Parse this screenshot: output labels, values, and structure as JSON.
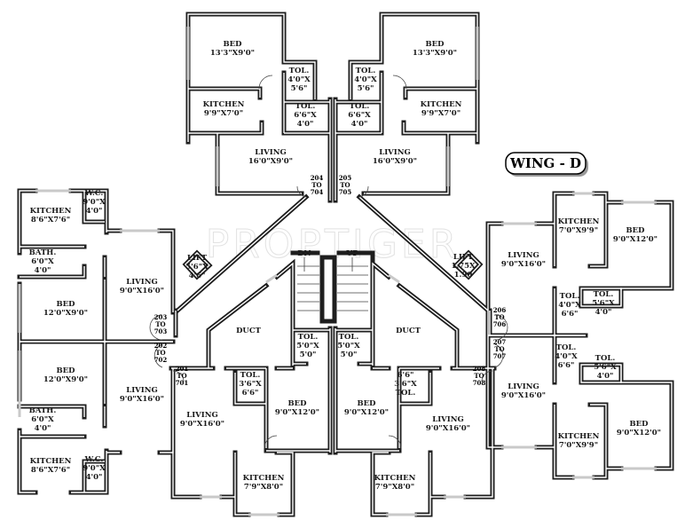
{
  "title": "WING - D",
  "watermark": "PROPTIGER",
  "stairs": {
    "down": "DN",
    "up": "UP"
  },
  "rooms": [
    {
      "lines": [
        "BED",
        "13'3\"X9'0\""
      ]
    },
    {
      "lines": [
        "KITCHEN",
        "9'9\"X7'0\""
      ]
    },
    {
      "lines": [
        "TOL.",
        "4'0\"X",
        "5'6\""
      ]
    },
    {
      "lines": [
        "TOL.",
        "6'6\"X",
        "4'0\""
      ]
    },
    {
      "lines": [
        "LIVING",
        "16'0\"X9'0\""
      ]
    },
    {
      "lines": [
        "BED",
        "13'3\"X9'0\""
      ]
    },
    {
      "lines": [
        "TOL.",
        "4'0\"X",
        "5'6\""
      ]
    },
    {
      "lines": [
        "TOL.",
        "6'6\"X",
        "4'0\""
      ]
    },
    {
      "lines": [
        "KITCHEN",
        "9'9\"X7'0\""
      ]
    },
    {
      "lines": [
        "LIVING",
        "16'0\"X9'0\""
      ]
    },
    {
      "lines": [
        "KITCHEN",
        "8'6\"X7'6\""
      ]
    },
    {
      "lines": [
        "W.C.",
        "9'0\"X",
        "4'0\""
      ]
    },
    {
      "lines": [
        "BATH.",
        "6'0\"X",
        "4'0\""
      ]
    },
    {
      "lines": [
        "BED",
        "12'0\"X9'0\""
      ]
    },
    {
      "lines": [
        "LIVING",
        "9'0\"X16'0\""
      ]
    },
    {
      "lines": [
        "BED",
        "12'0\"X9'0\""
      ]
    },
    {
      "lines": [
        "LIVING",
        "9'0\"X16'0\""
      ]
    },
    {
      "lines": [
        "BATH.",
        "6'0\"X",
        "4'0\""
      ]
    },
    {
      "lines": [
        "KITCHEN",
        "8'6\"X7'6\""
      ]
    },
    {
      "lines": [
        "W.C.",
        "9'0\"X",
        "4'0\""
      ]
    },
    {
      "lines": [
        "LIFT",
        "5'6\"X",
        "4'6\""
      ]
    },
    {
      "lines": [
        "DUCT"
      ]
    },
    {
      "lines": [
        "TOL.",
        "5'0\"X",
        "5'0\""
      ]
    },
    {
      "lines": [
        "TOL.",
        "5'0\"X",
        "5'0\""
      ]
    },
    {
      "lines": [
        "DUCT"
      ]
    },
    {
      "lines": [
        "LIFT",
        "1.75X",
        "1.90"
      ]
    },
    {
      "lines": [
        "LIVING",
        "9'0\"X16'0\""
      ]
    },
    {
      "lines": [
        "TOL.",
        "3'6\"X",
        "6'6\""
      ]
    },
    {
      "lines": [
        "BED",
        "9'0\"X12'0\""
      ]
    },
    {
      "lines": [
        "BED",
        "9'0\"X12'0\""
      ]
    },
    {
      "lines": [
        "6'6\"",
        "3'6\"X",
        "TOL."
      ]
    },
    {
      "lines": [
        "LIVING",
        "9'0\"X16'0\""
      ]
    },
    {
      "lines": [
        "KITCHEN",
        "7'9\"X8'0\""
      ]
    },
    {
      "lines": [
        "KITCHEN",
        "7'9\"X8'0\""
      ]
    },
    {
      "lines": [
        "LIVING",
        "9'0\"X16'0\""
      ]
    },
    {
      "lines": [
        "KITCHEN",
        "7'0\"X9'9\""
      ]
    },
    {
      "lines": [
        "BED",
        "9'0\"X12'0\""
      ]
    },
    {
      "lines": [
        "TOL.",
        "4'0\"X",
        "6'6\""
      ]
    },
    {
      "lines": [
        "TOL.",
        "5'6\"X",
        "4'0\""
      ]
    },
    {
      "lines": [
        "TOL.",
        "4'0\"X",
        "6'6\""
      ]
    },
    {
      "lines": [
        "TOL.",
        "5'6\"X",
        "4'0\""
      ]
    },
    {
      "lines": [
        "LIVING",
        "9'0\"X16'0\""
      ]
    },
    {
      "lines": [
        "KITCHEN",
        "7'0\"X9'9\""
      ]
    },
    {
      "lines": [
        "BED",
        "9'0\"X12'0\""
      ]
    }
  ],
  "flat_numbers": [
    {
      "lines": [
        "204",
        "TO",
        "704"
      ]
    },
    {
      "lines": [
        "205",
        "TO",
        "705"
      ]
    },
    {
      "lines": [
        "203",
        "TO",
        "703"
      ]
    },
    {
      "lines": [
        "202",
        "TO",
        "702"
      ]
    },
    {
      "lines": [
        "201",
        "TO",
        "701"
      ]
    },
    {
      "lines": [
        "208",
        "TO",
        "708"
      ]
    },
    {
      "lines": [
        "206",
        "TO",
        "706"
      ]
    },
    {
      "lines": [
        "207",
        "TO",
        "707"
      ]
    }
  ]
}
